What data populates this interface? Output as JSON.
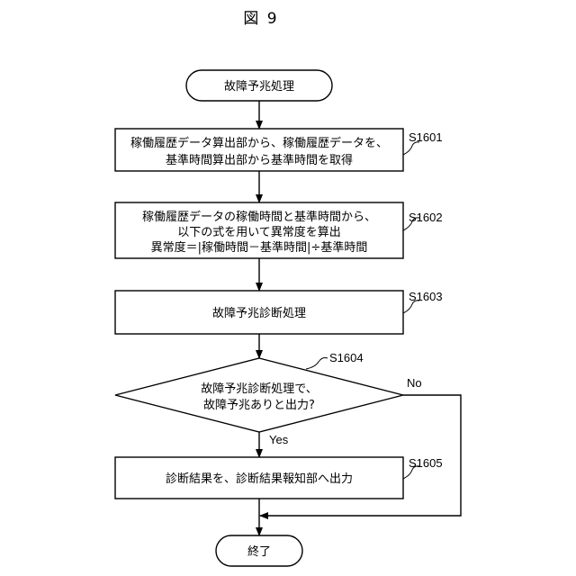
{
  "figure_title": "図 9",
  "colors": {
    "stroke": "#000000",
    "background": "#ffffff"
  },
  "nodes": {
    "start": {
      "label": "故障予兆処理"
    },
    "s1601": {
      "step": "S1601",
      "lines": [
        "稼働履歴データ算出部から、稼働履歴データを、",
        "基準時間算出部から基準時間を取得"
      ]
    },
    "s1602": {
      "step": "S1602",
      "lines": [
        "稼働履歴データの稼働時間と基準時間から、",
        "以下の式を用いて異常度を算出",
        "異常度＝|稼働時間－基準時間|÷基準時間"
      ]
    },
    "s1603": {
      "step": "S1603",
      "lines": [
        "故障予兆診断処理"
      ]
    },
    "s1604": {
      "step": "S1604",
      "lines": [
        "故障予兆診断処理で、",
        "故障予兆ありと出力?"
      ],
      "yes_label": "Yes",
      "no_label": "No"
    },
    "s1605": {
      "step": "S1605",
      "lines": [
        "診断結果を、診断結果報知部へ出力"
      ]
    },
    "end": {
      "label": "終了"
    }
  }
}
